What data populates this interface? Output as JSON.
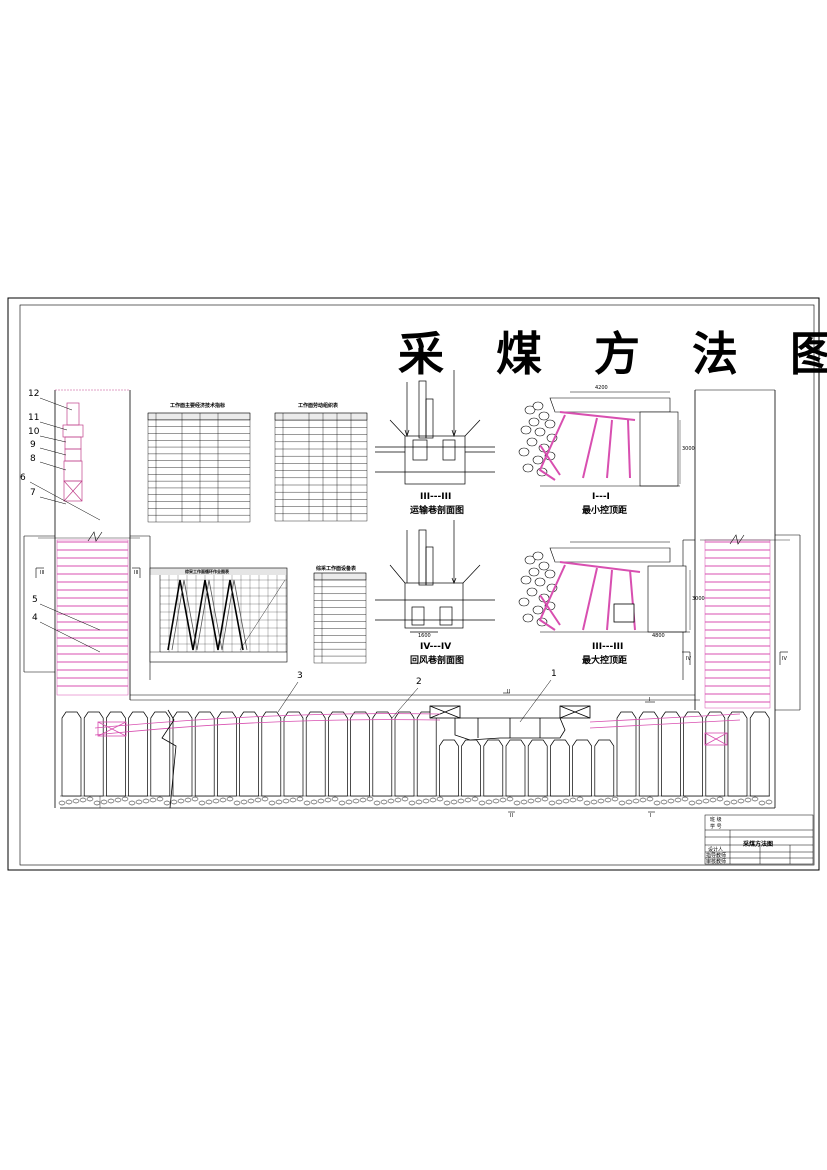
{
  "title": "采 煤 方 法 图",
  "tables": {
    "tech_table_title": "工作面主要经济技术指标",
    "labor_table_title": "工作面劳动组织表",
    "equip_table_title": "综采工作面设备表"
  },
  "chart_title": "综采工作面循环作业图表",
  "sections": {
    "transport_label": "III---III",
    "transport_caption": "运输巷剖面图",
    "min_label": "I---I",
    "min_caption": "最小控顶距",
    "ventilation_label": "IV---IV",
    "ventilation_caption": "回风巷剖面图",
    "max_label": "III---III",
    "max_caption": "最大控顶距",
    "dims": [
      "4200",
      "3000",
      "3000",
      "1600",
      "4800"
    ]
  },
  "callouts": [
    "12",
    "11",
    "10",
    "9",
    "8",
    "6",
    "7",
    "5",
    "4",
    "3",
    "2",
    "1"
  ],
  "plan_marks": [
    "III",
    "III",
    "IV",
    "IV",
    "II",
    "II",
    "I",
    "I"
  ],
  "title_block": {
    "drawing_name": "采煤方法图",
    "rows": [
      "班 级",
      "学 号",
      "设计人",
      "指导教师",
      "审核教师"
    ]
  }
}
